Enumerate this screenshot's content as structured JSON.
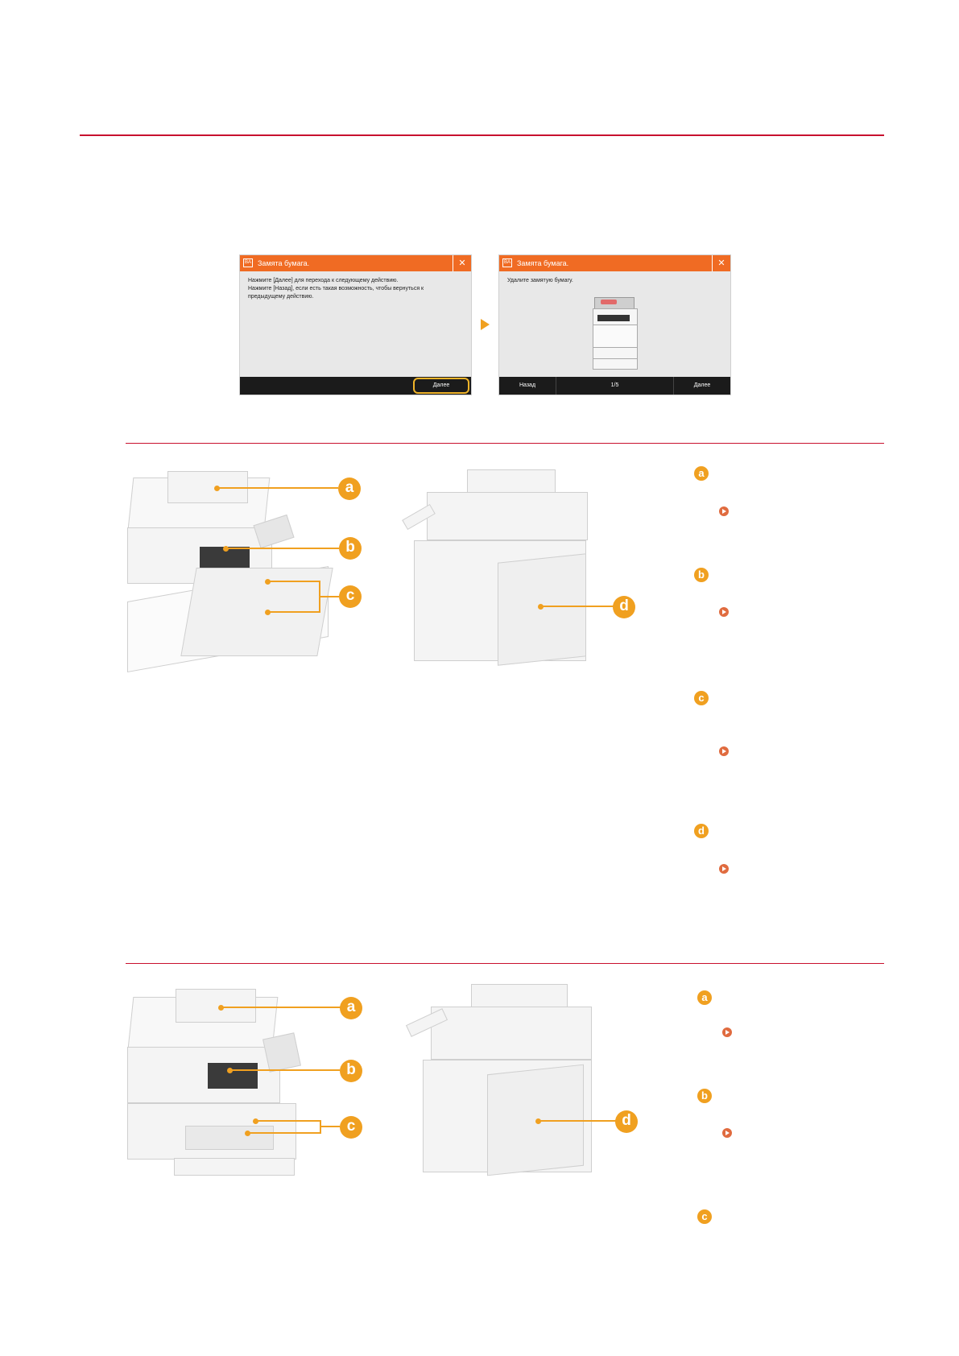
{
  "screen1": {
    "title": "Замята бумага.",
    "line1": "Нажмите [Далее] для перехода к следующему действию.",
    "line2": "Нажмите [Назад], если есть такая возможность, чтобы вернуться к",
    "line3": "предыдущему действию.",
    "next": "Далее",
    "close": "✕",
    "icon_text": "BA"
  },
  "screen2": {
    "title": "Замята бумага.",
    "line1": "Удалите замятую бумагу.",
    "back": "Назад",
    "page": "1/5",
    "next": "Далее",
    "close": "✕",
    "icon_text": "BA"
  },
  "markers": {
    "a": "a",
    "b": "b",
    "c": "c",
    "d": "d"
  },
  "icons": {
    "link": "arrow-right-circle-icon",
    "step": "play-triangle-icon"
  },
  "colors": {
    "accent": "#c8102e",
    "orange": "#f0a020",
    "screen_header": "#f06b23"
  }
}
